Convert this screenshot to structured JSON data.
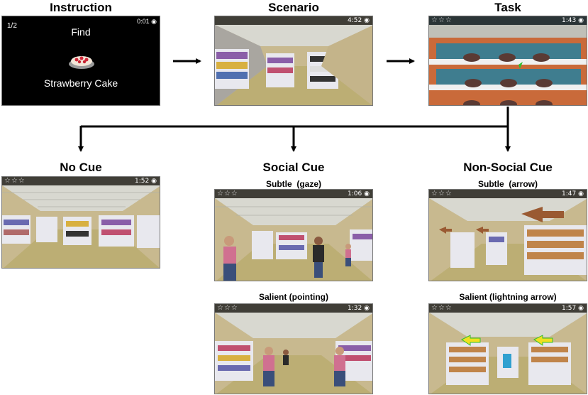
{
  "colors": {
    "floor": "#b9ab72",
    "wall": "#c7b892",
    "ceiling": "#d8d8d0",
    "shelf": "#e8e8ee",
    "task_wall": "#3f7d8f",
    "task_shelf": "#c96a3a",
    "arrow_brown": "#9a5a32",
    "arrow_yellow": "#f0e020",
    "arrow_green": "#30c030",
    "hud": "#282828"
  },
  "top_row": {
    "instruction": {
      "heading": "Instruction",
      "counter": "1/2",
      "timer": "0:01",
      "find_text": "Find",
      "item_text": "Strawberry Cake",
      "icon": "strawberry-cake-icon"
    },
    "scenario": {
      "heading": "Scenario",
      "timer": "4:52",
      "icon": "clock-icon"
    },
    "task": {
      "heading": "Task",
      "timer": "1:43",
      "icon": "clock-icon"
    }
  },
  "columns": {
    "no_cue": {
      "heading": "No Cue",
      "timer": "1:52",
      "stars": "☆☆☆"
    },
    "social_cue": {
      "heading": "Social Cue",
      "subtle_label": "Subtle  (gaze)",
      "subtle_timer": "1:06",
      "salient_label": "Salient (pointing)",
      "salient_timer": "1:32",
      "stars": "☆☆☆"
    },
    "non_social_cue": {
      "heading": "Non-Social Cue",
      "subtle_label": "Subtle  (arrow)",
      "subtle_timer": "1:47",
      "salient_label": "Salient (lightning arrow)",
      "salient_timer": "1:57",
      "stars": "☆☆☆"
    }
  }
}
